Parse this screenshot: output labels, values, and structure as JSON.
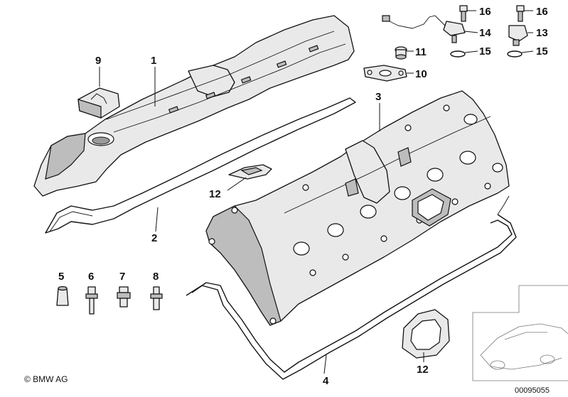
{
  "callouts": {
    "p1": "1",
    "p2": "2",
    "p3": "3",
    "p4": "4",
    "p5": "5",
    "p6": "6",
    "p7": "7",
    "p8": "8",
    "p9": "9",
    "p10": "10",
    "p11": "11",
    "p12a": "12",
    "p12b": "12",
    "p13": "13",
    "p14": "14",
    "p15a": "15",
    "p15b": "15",
    "p16a": "16",
    "p16b": "16"
  },
  "footer": {
    "copyright": "© BMW AG",
    "diagram_number": "00095055"
  }
}
